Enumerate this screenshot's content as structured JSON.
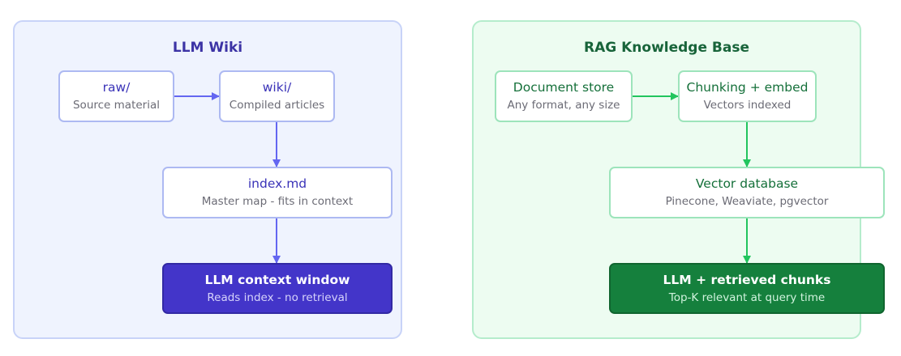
{
  "llm_wiki": {
    "title": "LLM Wiki",
    "accent": "#6366f1",
    "nodes": {
      "raw": {
        "title": "raw/",
        "subtitle": "Source material"
      },
      "wiki": {
        "title": "wiki/",
        "subtitle": "Compiled articles"
      },
      "index": {
        "title": "index.md",
        "subtitle": "Master map - fits in context"
      },
      "llm": {
        "title": "LLM context window",
        "subtitle": "Reads index - no retrieval"
      }
    }
  },
  "rag": {
    "title": "RAG Knowledge Base",
    "accent": "#22c55e",
    "nodes": {
      "docs": {
        "title": "Document store",
        "subtitle": "Any format, any size"
      },
      "chunk": {
        "title": "Chunking + embed",
        "subtitle": "Vectors indexed"
      },
      "vector": {
        "title": "Vector database",
        "subtitle": "Pinecone, Weaviate, pgvector"
      },
      "llm": {
        "title": "LLM + retrieved chunks",
        "subtitle": "Top-K relevant at query time"
      }
    }
  }
}
